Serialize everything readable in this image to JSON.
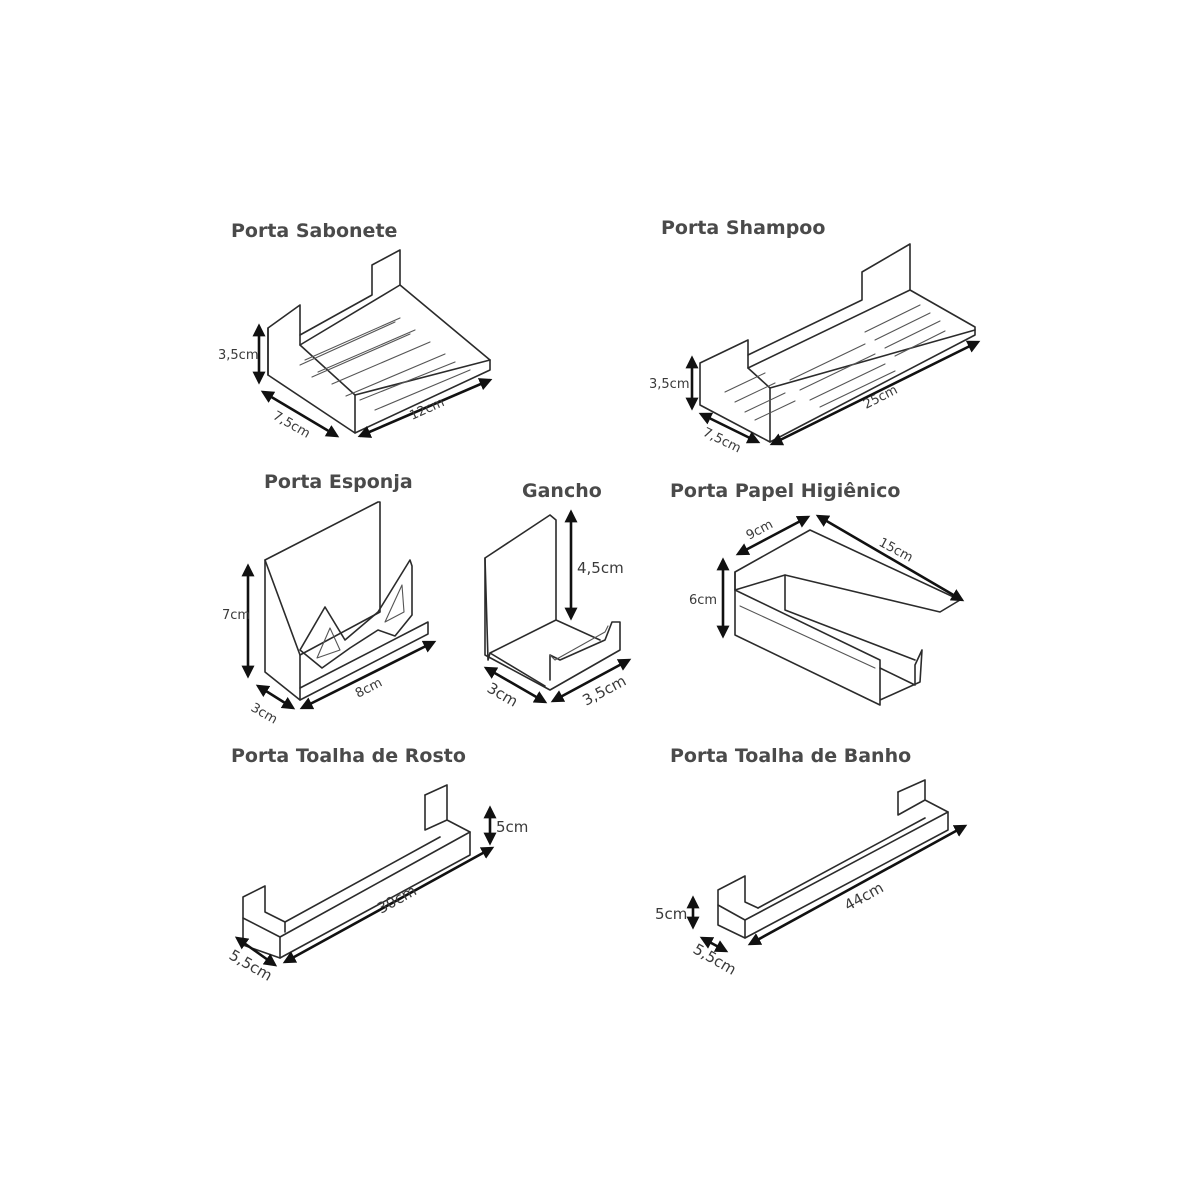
{
  "products": {
    "sabonete": {
      "title": "Porta Sabonete",
      "height": "3,5cm",
      "depth": "7,5cm",
      "width": "12cm"
    },
    "shampoo": {
      "title": "Porta Shampoo",
      "height": "3,5cm",
      "depth": "7,5cm",
      "width": "25cm"
    },
    "esponja": {
      "title": "Porta Esponja",
      "height": "7cm",
      "depth": "3cm",
      "width": "8cm"
    },
    "gancho": {
      "title": "Gancho",
      "height": "4,5cm",
      "depth": "3cm",
      "width": "3,5cm"
    },
    "papel": {
      "title": "Porta Papel Higiênico",
      "depth": "9cm",
      "width": "15cm",
      "height": "6cm"
    },
    "toalha_rosto": {
      "title": "Porta Toalha de Rosto",
      "height": "5cm",
      "width": "30cm",
      "depth": "5,5cm"
    },
    "toalha_banho": {
      "title": "Porta Toalha de Banho",
      "height": "5cm",
      "width": "44cm",
      "depth": "5,5cm"
    }
  }
}
